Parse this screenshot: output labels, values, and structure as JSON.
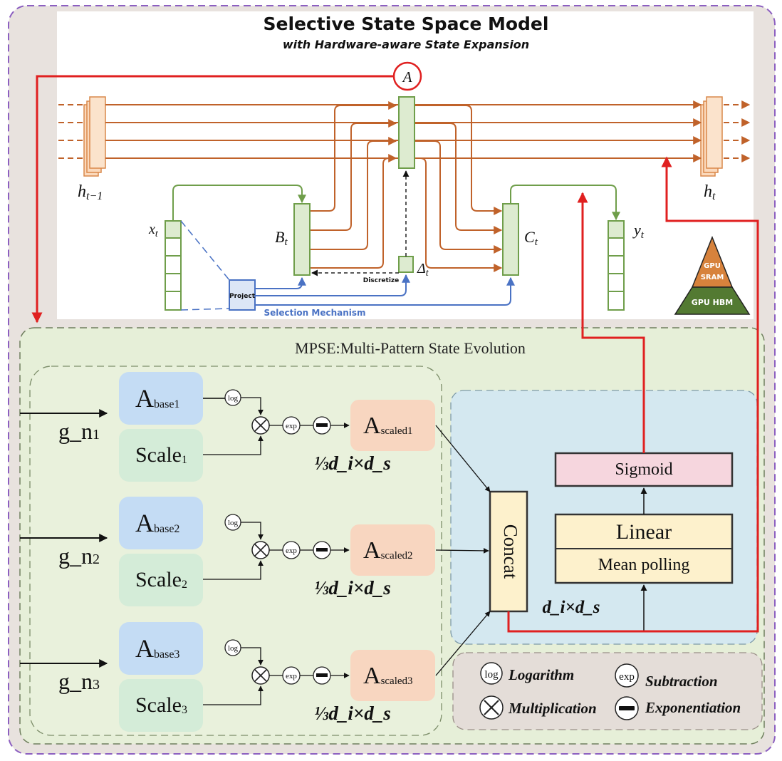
{
  "ssm": {
    "title": "Selective State Space Model",
    "subtitle": "with Hardware-aware State Expansion",
    "a_label": "A",
    "h_prev": "h",
    "h_prev_sub": "t−1",
    "h_curr": "h",
    "h_curr_sub": "t",
    "x": "x",
    "x_sub": "t",
    "b": "B",
    "b_sub": "t",
    "c": "C",
    "c_sub": "t",
    "y": "y",
    "y_sub": "t",
    "delta": "Δ",
    "delta_sub": "t",
    "discretize": "Discretize",
    "project": "Project",
    "selection": "Selection Mechanism",
    "gpu_sram_1": "GPU",
    "gpu_sram_2": "SRAM",
    "gpu_hbm": "GPU HBM"
  },
  "mpse": {
    "title": "MPSE:Multi-Pattern State Evolution",
    "branches": [
      {
        "input": "g_n",
        "input_sub": "1",
        "base": "A",
        "base_sub": "base1",
        "scale": "Scale",
        "scale_sub": "1",
        "scaled": "A",
        "scaled_sub": "scaled1",
        "log": "log",
        "exp": "exp",
        "dim": "⅓d_i×d_s"
      },
      {
        "input": "g_n",
        "input_sub": "2",
        "base": "A",
        "base_sub": "base2",
        "scale": "Scale",
        "scale_sub": "2",
        "scaled": "A",
        "scaled_sub": "scaled2",
        "log": "log",
        "exp": "exp",
        "dim": "⅓d_i×d_s"
      },
      {
        "input": "g_n",
        "input_sub": "3",
        "base": "A",
        "base_sub": "base3",
        "scale": "Scale",
        "scale_sub": "3",
        "scaled": "A",
        "scaled_sub": "scaled3",
        "log": "log",
        "exp": "exp",
        "dim": "⅓d_i×d_s"
      }
    ],
    "concat": "Concat",
    "sigmoid": "Sigmoid",
    "linear": "Linear",
    "mean_polling": "Mean polling",
    "concat_dim": "d_i×d_s"
  },
  "legend": {
    "log_symbol": "log",
    "log_label": "Logarithm",
    "exp_symbol": "exp",
    "exp_label": "Subtraction",
    "mult_label": "Multiplication",
    "minus_label": "Exponentiation"
  },
  "colors": {
    "orange_line": "#c0622a",
    "green_line": "#6f9e4a",
    "blue_line": "#4a72c4",
    "red_line": "#e02020",
    "mpse_bg": "#e6efd8",
    "outer_bg": "#e8e2de",
    "right_panel_bg": "#d4e8f0",
    "a_base_fill": "#c4dcf4",
    "scale_fill": "#d4ecd8",
    "scaled_fill": "#f8d6c0",
    "concat_fill": "#fdf1cc",
    "sigmoid_fill": "#f6d6de",
    "linear_fill": "#fdf1cc"
  }
}
